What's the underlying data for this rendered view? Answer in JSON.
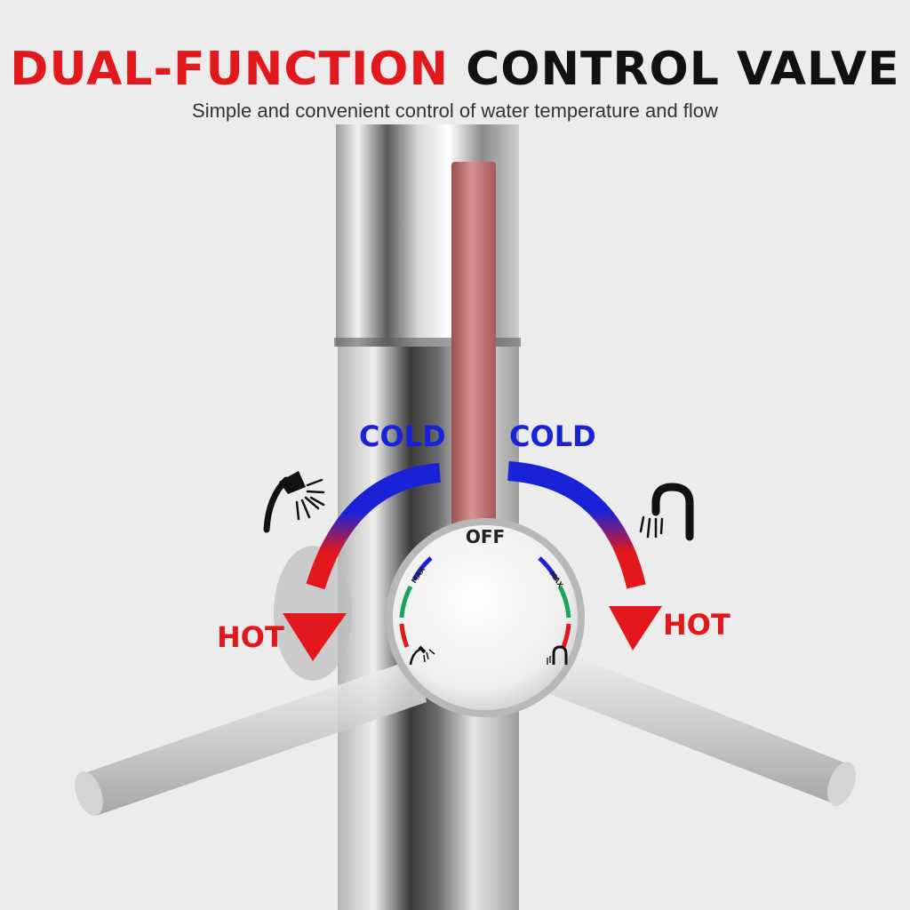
{
  "header": {
    "title_highlight": "DUAL-FUNCTION",
    "title_rest": "CONTROL VALVE",
    "subtitle": "Simple and convenient control of water temperature and flow"
  },
  "labels": {
    "cold_left": "COLD",
    "cold_right": "COLD",
    "hot_left": "HOT",
    "hot_right": "HOT",
    "dial_off": "OFF",
    "dial_max_left": "MAX",
    "dial_max_right": "MAX"
  },
  "icons": {
    "left_mode": "sprayer-head-icon",
    "right_mode": "gooseneck-spout-icon"
  },
  "colors": {
    "accent_red": "#e3181c",
    "cold_blue": "#1a22d8",
    "handle": "#c47878",
    "scale_green": "#1fa35a"
  }
}
